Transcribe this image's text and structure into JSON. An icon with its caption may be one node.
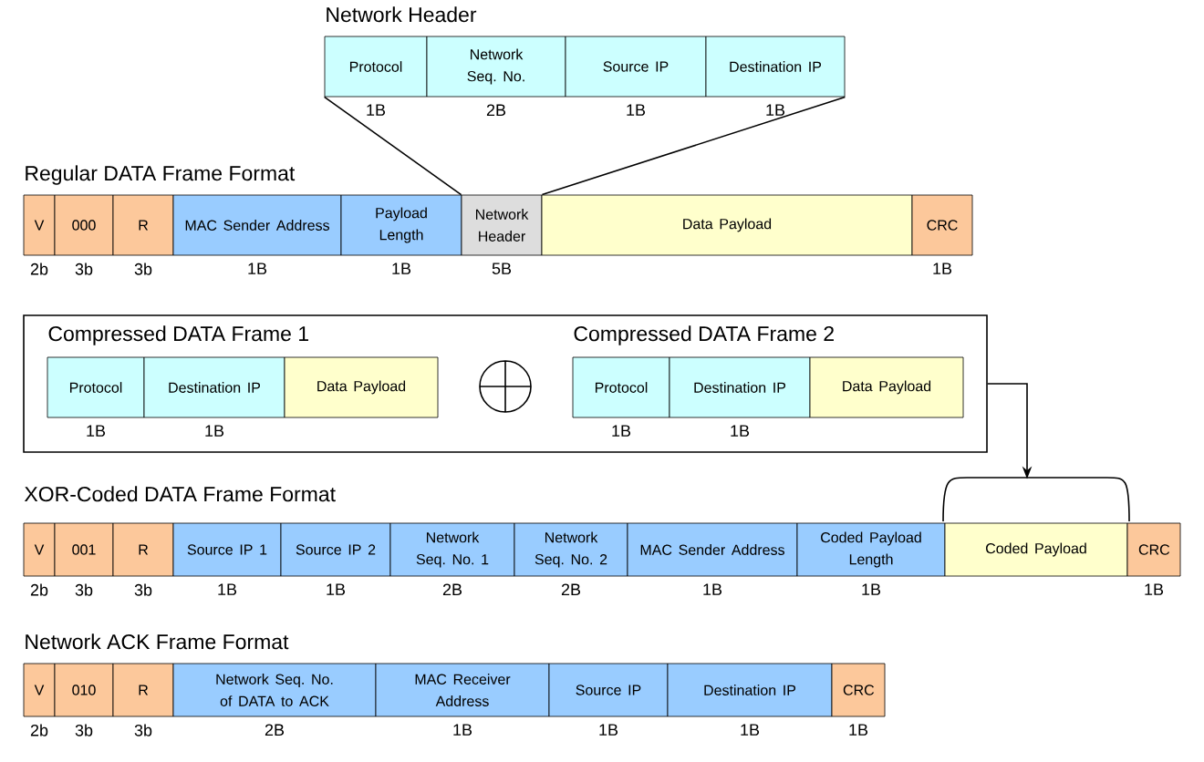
{
  "diagram": {
    "nodes": [
      {
        "text": [
          "Protocol"
        ],
        "beside": [
          "1B"
        ]
      },
      {
        "text": [
          "Network Seq. No."
        ],
        "beside": [
          "2B"
        ]
      },
      {
        "text": [
          "Source IP"
        ],
        "beside": [
          "1B"
        ]
      },
      {
        "text": [
          "Destination IP"
        ],
        "beside": [
          "1B"
        ]
      },
      {
        "text": [
          "V"
        ],
        "beside": [
          "2b"
        ]
      },
      {
        "text": [
          "000"
        ],
        "beside": [
          "3b"
        ]
      },
      {
        "text": [
          "R"
        ],
        "beside": [
          "3b"
        ]
      },
      {
        "text": [
          "MAC Sender Address"
        ],
        "beside": [
          "1B"
        ]
      },
      {
        "text": [
          "Payload Length"
        ],
        "beside": [
          "1B"
        ]
      },
      {
        "text": [
          "Network Header"
        ],
        "beside": [
          "5B"
        ]
      },
      {
        "text": [
          "Data Payload"
        ]
      },
      {
        "text": [
          "CRC"
        ],
        "beside": [
          "1B"
        ]
      },
      {
        "text": [],
        "shape": "box"
      },
      {
        "text": [
          "Protocol"
        ],
        "beside": [
          "1B"
        ],
        "in": 12
      },
      {
        "text": [
          "Destination IP"
        ],
        "beside": [
          "1B"
        ],
        "in": 12
      },
      {
        "text": [
          "Data Payload"
        ],
        "in": 12
      },
      {
        "text": [
          "Protocol"
        ],
        "beside": [
          "1B"
        ],
        "in": 12
      },
      {
        "text": [
          "Destination IP"
        ],
        "beside": [
          "1B"
        ],
        "in": 12
      },
      {
        "text": [
          "Data Payload"
        ],
        "in": 12
      },
      {
        "text": [
          "V"
        ],
        "beside": [
          "2b"
        ]
      },
      {
        "text": [
          "001"
        ],
        "beside": [
          "3b"
        ]
      },
      {
        "text": [
          "R"
        ],
        "beside": [
          "3b"
        ]
      },
      {
        "text": [
          "Source IP 1"
        ],
        "beside": [
          "1B"
        ]
      },
      {
        "text": [
          "Source IP 2"
        ],
        "beside": [
          "1B"
        ]
      },
      {
        "text": [
          "Network Seq. No. 1"
        ],
        "beside": [
          "2B"
        ]
      },
      {
        "text": [
          "Network Seq. No. 2"
        ],
        "beside": [
          "2B"
        ]
      },
      {
        "text": [
          "MAC Sender Address"
        ],
        "beside": [
          "1B"
        ]
      },
      {
        "text": [
          "Coded Payload Length"
        ],
        "beside": [
          "1B"
        ]
      },
      {
        "text": [
          "Coded Payload"
        ]
      },
      {
        "text": [
          "CRC"
        ],
        "beside": [
          "1B"
        ]
      },
      {
        "text": [
          "V"
        ],
        "beside": [
          "2b"
        ]
      },
      {
        "text": [
          "010"
        ],
        "beside": [
          "3b"
        ]
      },
      {
        "text": [
          "R"
        ],
        "beside": [
          "3b"
        ]
      },
      {
        "text": [
          "Network Seq. No. of DATA to ACK"
        ],
        "beside": [
          "2B"
        ]
      },
      {
        "text": [
          "MAC Receiver Address"
        ],
        "beside": [
          "1B"
        ]
      },
      {
        "text": [
          "Source IP"
        ],
        "beside": [
          "1B"
        ]
      },
      {
        "text": [
          "Destination IP"
        ],
        "beside": [
          "1B"
        ]
      },
      {
        "text": [
          "CRC"
        ],
        "beside": [
          "1B"
        ]
      }
    ],
    "edges": [
      {
        "from": 9,
        "to": 0,
        "arrow": "none"
      },
      {
        "from": 9,
        "to": 3,
        "arrow": "none"
      },
      {
        "from": 12,
        "to": 28,
        "arrow": "to"
      }
    ],
    "labels": [
      "Network Header",
      "Regular DATA Frame Format",
      "Compressed DATA Frame 1",
      "Compressed DATA Frame 2",
      "XOR-Coded DATA Frame Format",
      "Network ACK Frame Format"
    ]
  }
}
